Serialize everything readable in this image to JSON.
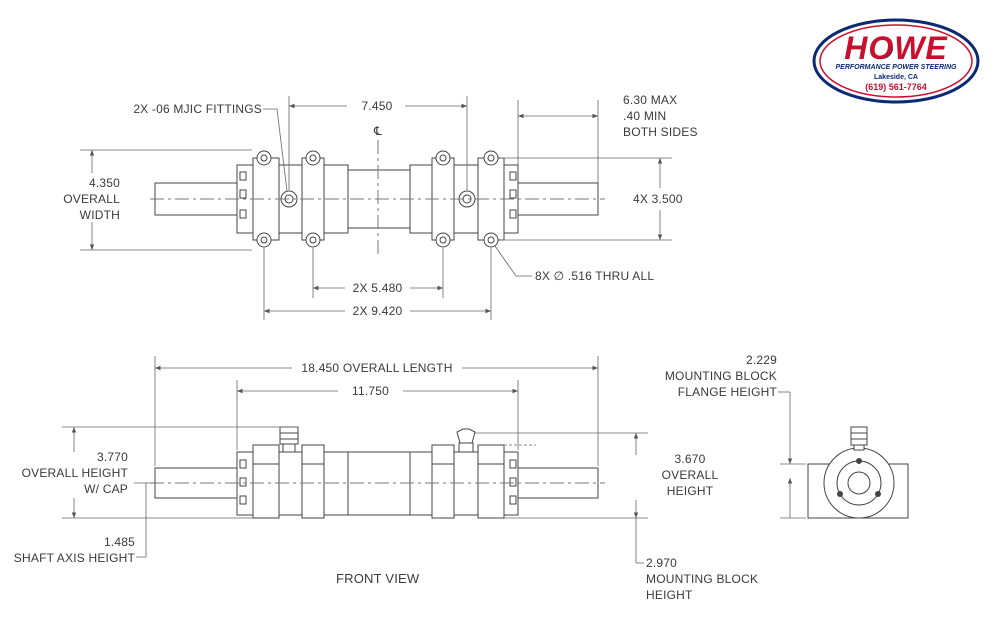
{
  "logo": {
    "brand": "HOWE",
    "tagline": "PERFORMANCE POWER STEERING",
    "city": "Lakeside, CA",
    "phone": "(619) 561-7764",
    "colors": {
      "red": "#c8102e",
      "navy": "#0a2a73"
    }
  },
  "top_view": {
    "fittings_note": "2X -06 MJIC FITTINGS",
    "center_dim": "7.450",
    "centerline_symbol": "℄",
    "stroke_note": [
      "6.30 MAX",
      ".40 MIN",
      "BOTH SIDES"
    ],
    "width_dim": [
      "4.350",
      "OVERALL",
      "WIDTH"
    ],
    "bolt_spacing": "4X 3.500",
    "hole_note": "8X ∅ .516 THRU ALL",
    "inner_spacing": "2X 5.480",
    "outer_spacing": "2X 9.420"
  },
  "front_view": {
    "overall_length": "18.450 OVERALL LENGTH",
    "body_length": "11.750",
    "overall_height_cap": [
      "3.770",
      "OVERALL HEIGHT",
      "W/ CAP"
    ],
    "overall_height": [
      "3.670",
      "OVERALL",
      "HEIGHT"
    ],
    "shaft_axis": [
      "1.485",
      "SHAFT AXIS HEIGHT"
    ],
    "mounting_block": [
      "2.970",
      "MOUNTING BLOCK",
      "HEIGHT"
    ],
    "flange_height": [
      "2.229",
      "MOUNTING BLOCK",
      "FLANGE HEIGHT"
    ],
    "view_title": "FRONT VIEW"
  }
}
